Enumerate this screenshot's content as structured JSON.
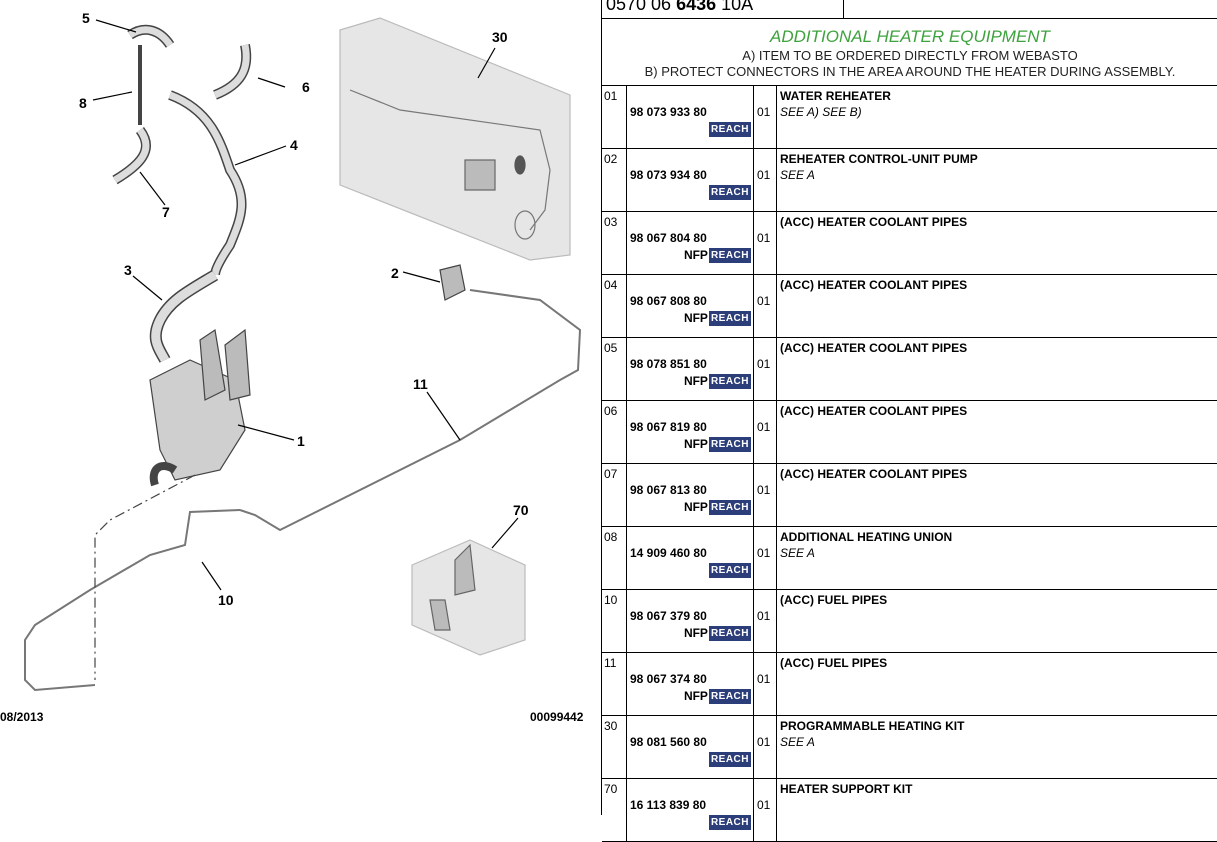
{
  "diagram": {
    "date_code": "08/2013",
    "plate_code": "00099442",
    "callouts": [
      "5",
      "8",
      "7",
      "6",
      "4",
      "30",
      "3",
      "2",
      "1",
      "11",
      "70",
      "10"
    ]
  },
  "reference": {
    "prefix": "0570 06 ",
    "bold": "6436",
    "suffix": " 10A"
  },
  "group": {
    "title": "ADDITIONAL HEATER EQUIPMENT",
    "note_a": "A) ITEM TO BE ORDERED DIRECTLY FROM WEBASTO",
    "note_b": "B) PROTECT CONNECTORS IN THE AREA AROUND THE HEATER DURING ASSEMBLY.",
    "title_color": "#3ea23e"
  },
  "parts": [
    {
      "idx": "01",
      "pn": "98 073 933 80",
      "nfp": "",
      "reach": "REACH",
      "qty": "01",
      "desc": "WATER REHEATER",
      "note": "SEE A) SEE B)"
    },
    {
      "idx": "02",
      "pn": "98 073 934 80",
      "nfp": "",
      "reach": "REACH",
      "qty": "01",
      "desc": "REHEATER CONTROL-UNIT PUMP",
      "note": "SEE A"
    },
    {
      "idx": "03",
      "pn": "98 067 804 80",
      "nfp": "NFP",
      "reach": "REACH",
      "qty": "01",
      "desc": "(ACC) HEATER COOLANT PIPES",
      "note": ""
    },
    {
      "idx": "04",
      "pn": "98 067 808 80",
      "nfp": "NFP",
      "reach": "REACH",
      "qty": "01",
      "desc": "(ACC) HEATER COOLANT PIPES",
      "note": ""
    },
    {
      "idx": "05",
      "pn": "98 078 851 80",
      "nfp": "NFP",
      "reach": "REACH",
      "qty": "01",
      "desc": "(ACC) HEATER COOLANT PIPES",
      "note": ""
    },
    {
      "idx": "06",
      "pn": "98 067 819 80",
      "nfp": "NFP",
      "reach": "REACH",
      "qty": "01",
      "desc": "(ACC) HEATER COOLANT PIPES",
      "note": ""
    },
    {
      "idx": "07",
      "pn": "98 067 813 80",
      "nfp": "NFP",
      "reach": "REACH",
      "qty": "01",
      "desc": "(ACC) HEATER COOLANT PIPES",
      "note": ""
    },
    {
      "idx": "08",
      "pn": "14 909 460 80",
      "nfp": "",
      "reach": "REACH",
      "qty": "01",
      "desc": "ADDITIONAL HEATING UNION",
      "note": "SEE A"
    },
    {
      "idx": "10",
      "pn": "98 067 379 80",
      "nfp": "NFP",
      "reach": "REACH",
      "qty": "01",
      "desc": "(ACC) FUEL PIPES",
      "note": ""
    },
    {
      "idx": "11",
      "pn": "98 067 374 80",
      "nfp": "NFP",
      "reach": "REACH",
      "qty": "01",
      "desc": "(ACC) FUEL PIPES",
      "note": ""
    },
    {
      "idx": "30",
      "pn": "98 081 560 80",
      "nfp": "",
      "reach": "REACH",
      "qty": "01",
      "desc": "PROGRAMMABLE HEATING KIT",
      "note": "SEE A"
    },
    {
      "idx": "70",
      "pn": "16 113 839 80",
      "nfp": "",
      "reach": "REACH",
      "qty": "01",
      "desc": "HEATER SUPPORT KIT",
      "note": ""
    }
  ]
}
